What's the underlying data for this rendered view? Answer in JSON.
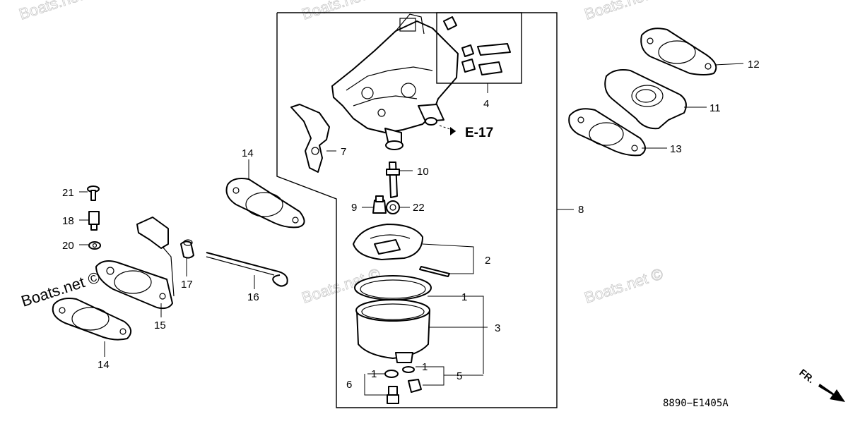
{
  "watermark": "Boats.net ©",
  "diagram_code": "8890−E1405A",
  "reference": "E-17",
  "direction_label": "FR.",
  "part_labels": {
    "p1a": "1",
    "p1b": "1",
    "p1c": "1",
    "p2": "2",
    "p3": "3",
    "p4": "4",
    "p5": "5",
    "p6": "6",
    "p7": "7",
    "p8": "8",
    "p9": "9",
    "p10": "10",
    "p11": "11",
    "p12": "12",
    "p13": "13",
    "p14a": "14",
    "p14b": "14",
    "p15": "15",
    "p16": "16",
    "p17": "17",
    "p18": "18",
    "p20": "20",
    "p21": "21",
    "p22": "22"
  }
}
